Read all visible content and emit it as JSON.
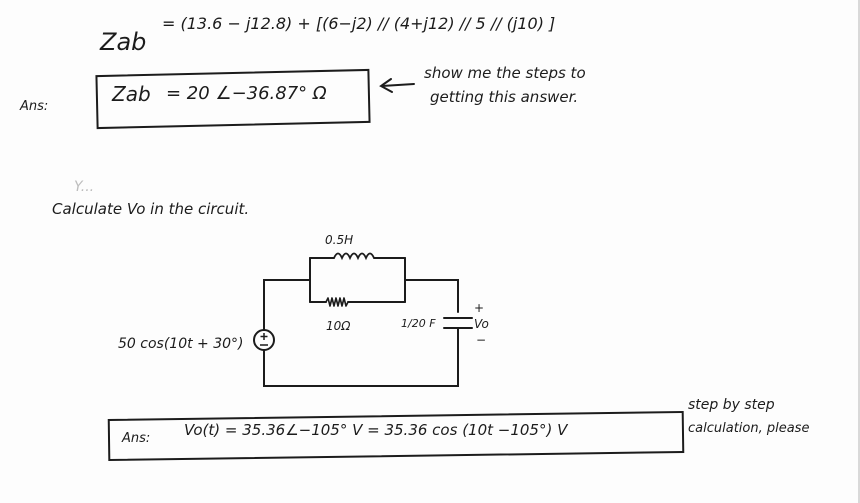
{
  "part1": {
    "equation_lhs": "Zab",
    "equation_rhs": "= (13.6 − j12.8) + [(6−j2) // (4+j12) // 5 // (j10) ]",
    "answer_label": "Ans:",
    "answer_lhs": "Zab",
    "answer_rhs": "= 20 ∠−36.87° Ω",
    "note_line1": "show me the steps to",
    "note_line2": "getting this answer."
  },
  "faint_text": "Y...",
  "part2": {
    "prompt": "Calculate Vo in the circuit.",
    "circuit": {
      "inductor_label": "0.5H",
      "resistor_label": "10Ω",
      "capacitor_label": "1/20 F",
      "source_label": "50 cos(10t + 30°)",
      "output_plus": "+",
      "output_label": "Vo",
      "output_minus": "−"
    },
    "answer_label": "Ans:",
    "answer_text": "Vo(t) = 35.36∠−105° V = 35.36 cos (10t −105°) V",
    "request_line1": "step by step",
    "request_line2": "calculation, please"
  }
}
